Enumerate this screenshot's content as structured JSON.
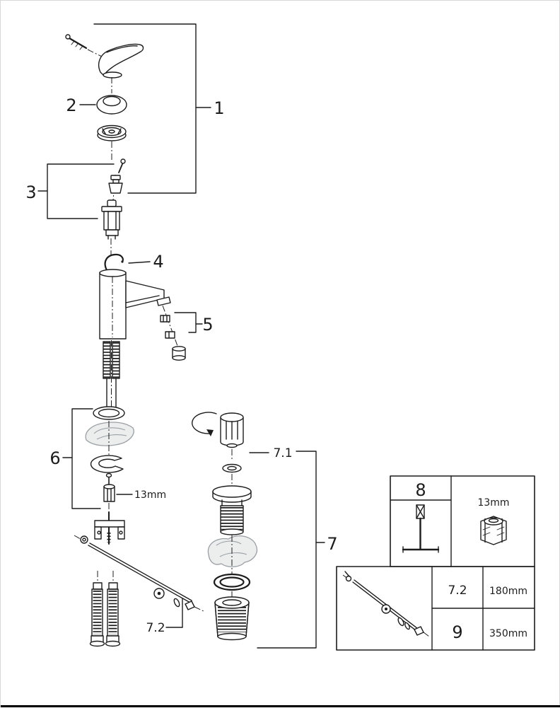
{
  "diagram": {
    "kind": "exploded-parts-diagram single-lever basin mixer faucet",
    "callouts": {
      "n1": "1",
      "n2": "2",
      "n3": "3",
      "n4": "4",
      "n5": "5",
      "n6": "6",
      "n7": "7",
      "n7_1": "7.1",
      "n7_2": "7.2",
      "n8": "8"
    },
    "labels": {
      "nut_size": "13mm",
      "socket_size": "13mm"
    },
    "spec_table": {
      "rows": [
        {
          "ref": "7.2",
          "length": "180mm"
        },
        {
          "ref": "9",
          "length": "350mm"
        }
      ]
    }
  }
}
